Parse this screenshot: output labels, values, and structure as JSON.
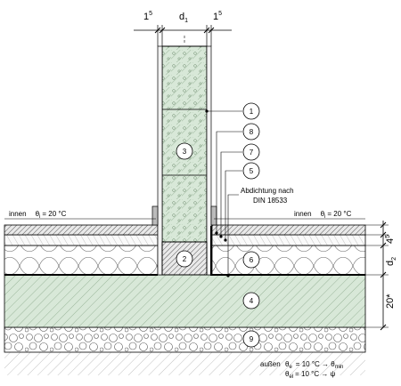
{
  "top_dimensions": {
    "left": {
      "base": "1",
      "sup": "5"
    },
    "middle": {
      "base": "d",
      "sub": "1"
    },
    "right": {
      "base": "1",
      "sup": "5"
    }
  },
  "right_dimensions": {
    "top": {
      "base": "4",
      "sup": "5"
    },
    "middle": {
      "base": "d",
      "sub": "2"
    },
    "bottom": "20*"
  },
  "labels": {
    "inside_left": {
      "word": "innen",
      "symbol": "θ",
      "sub": "i",
      "value": "= 20 °C"
    },
    "inside_right": {
      "word": "innen",
      "symbol": "θ",
      "sub": "i",
      "value": "= 20 °C"
    },
    "sealing_line1": "Abdichtung nach",
    "sealing_line2": "DIN 18533",
    "outside_word": "außen",
    "outside_line1": {
      "symbol": "θ",
      "sub": "e",
      "value": "= 10 °C → θ",
      "value_sub": "min"
    },
    "outside_line2": {
      "symbol": "θ",
      "sub": "el",
      "value": "= 10 °C → ψ"
    }
  },
  "callouts": [
    "1",
    "8",
    "7",
    "5",
    "6",
    "3",
    "2",
    "4",
    "9"
  ],
  "colors": {
    "green": "#d8e8d8",
    "hatch_dark": "#444444",
    "line": "#000000"
  }
}
